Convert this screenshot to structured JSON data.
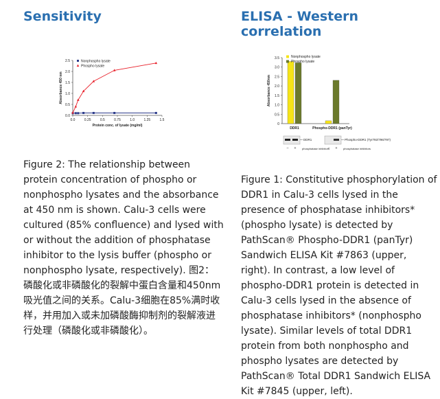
{
  "left": {
    "heading": "Sensitivity",
    "caption": "Figure 2: The relationship between protein concentration of phospho or nonphospho lysates and the absorbance at 450 nm is shown. Calu-3 cells were cultured (85% confluence) and lysed with or without the addition of phosphatase inhibitor to the lysis buffer (phospho or nonphospho lysate, respectively). 图2：磷酸化或非磷酸化的裂解中蛋白含量和450nm吸光值之间的关系。Calu-3细胞在85%满时收样，并用加入或未加磷酸酶抑制剂的裂解液进行处理（磷酸化或非磷酸化）。"
  },
  "right": {
    "heading_line1": "ELISA - Western",
    "heading_line2": "correlation",
    "caption": "Figure 1: Constitutive phosphorylation of DDR1 in Calu-3 cells lysed in the presence of phosphatase inhibitors* (phospho lysate) is detected by PathScan® Phospho-DDR1 (panTyr) Sandwich ELISA Kit #7863 (upper, right). In contrast, a low level of phospho-DDR1 protein is detected in Calu-3 cells lysed in the absence of phosphatase inhibitors* (nonphospho lysate). Similar levels of total DDR1 protein from both nonphospho and phospho lysates are detected by PathScan® Total DDR1 Sandwich ELISA Kit #7845 (upper, left)."
  },
  "chart_data": [
    {
      "type": "line",
      "title": "",
      "xlabel": "Protein conc. of lysate (mg/ml)",
      "ylabel": "Absorbance 450 nm",
      "xlim": [
        0,
        1.5
      ],
      "ylim": [
        0,
        2.5
      ],
      "xticks": [
        "0.0",
        "0.25",
        "0.5",
        "0.75",
        "1.0",
        "1.25",
        "1.5"
      ],
      "yticks": [
        "0.0",
        "0.5",
        "1.0",
        "1.5",
        "2.0",
        "2.5"
      ],
      "legend_position": "top-left",
      "series": [
        {
          "name": "Nonphospho lysate",
          "color": "#2b3a8a",
          "marker": "square",
          "x": [
            0.0,
            0.05,
            0.09,
            0.18,
            0.35,
            0.7,
            1.4
          ],
          "y": [
            0.1,
            0.1,
            0.1,
            0.11,
            0.11,
            0.11,
            0.11
          ]
        },
        {
          "name": "Phospho lysate",
          "color": "#e8202a",
          "marker": "triangle",
          "x": [
            0.0,
            0.05,
            0.09,
            0.18,
            0.35,
            0.7,
            1.4
          ],
          "y": [
            0.12,
            0.4,
            0.7,
            1.1,
            1.55,
            2.05,
            2.38
          ]
        }
      ]
    },
    {
      "type": "bar",
      "title": "",
      "ylabel": "Absorbance 450nm",
      "ylim": [
        0,
        3.5
      ],
      "yticks": [
        "0",
        "0.5",
        "1.0",
        "1.5",
        "2.0",
        "2.5",
        "3.0",
        "3.5"
      ],
      "categories": [
        "DDR1",
        "Phospho-DDR1 (panTyr)"
      ],
      "legend_position": "top-left",
      "series": [
        {
          "name": "Nonphospho lysate",
          "color": "#f5e418",
          "values": [
            3.3,
            0.15
          ]
        },
        {
          "name": "Phospho lysate",
          "color": "#6b7a2c",
          "values": [
            3.23,
            2.3
          ]
        }
      ],
      "blots": [
        {
          "label": "DDR1",
          "lanes": [
            "–",
            "+"
          ],
          "footer": "phosphatase inhibitors"
        },
        {
          "label": "Phospho-DDR1 (Tyr792/796/797)",
          "lanes": [
            "–",
            "+"
          ],
          "footer": "phosphatase inhibitors"
        }
      ]
    }
  ]
}
